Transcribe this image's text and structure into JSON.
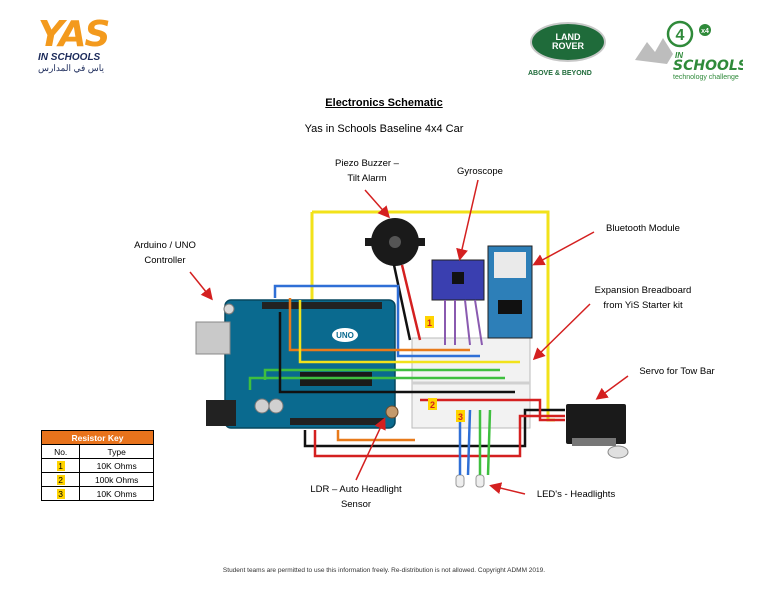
{
  "header": {
    "yas_logo": {
      "main": "YAS",
      "sub": "IN SCHOOLS",
      "arabic": "ياس في المدارس"
    },
    "landrover_logo": {
      "line1": "LAND",
      "line2": "ROVER",
      "tagline": "ABOVE & BEYOND"
    },
    "schools4x4_logo": {
      "badge": "4",
      "sup": "x4",
      "line1": "IN",
      "line2": "SCHOOLS",
      "tagline": "technology challenge"
    }
  },
  "title": "Electronics Schematic",
  "subtitle": "Yas in Schools Baseline 4x4 Car",
  "labels": {
    "piezo_1": "Piezo Buzzer –",
    "piezo_2": "Tilt Alarm",
    "gyro": "Gyroscope",
    "bluetooth": "Bluetooth Module",
    "arduino_1": "Arduino / UNO",
    "arduino_2": "Controller",
    "expansion_1": "Expansion Breadboard",
    "expansion_2": "from YiS Starter kit",
    "servo": "Servo for Tow Bar",
    "ldr_1": "LDR – Auto Headlight",
    "ldr_2": "Sensor",
    "leds": "LED's - Headlights"
  },
  "marks": {
    "m1": "1",
    "m2": "2",
    "m3": "3",
    "uno": "UNO"
  },
  "resistor_key": {
    "title": "Resistor Key",
    "headers": [
      "No.",
      "Type"
    ],
    "rows": [
      {
        "no": "1",
        "type": "10K Ohms"
      },
      {
        "no": "2",
        "type": "100k Ohms"
      },
      {
        "no": "3",
        "type": "10K Ohms"
      }
    ]
  },
  "footer": "Student teams are permitted to use this information freely. Re-distribution is not allowed. Copyright ADMM 2019.",
  "colors": {
    "arduino_blue": "#0a6a8f",
    "wire_yellow": "#f2e21a",
    "wire_red": "#d42020",
    "wire_black": "#111111",
    "wire_blue": "#2f6fd6",
    "wire_green": "#3fbf3f",
    "wire_orange": "#e87a1a",
    "arrow_red": "#d42020",
    "key_header": "#e8731c",
    "key_number": "#ffd400"
  }
}
